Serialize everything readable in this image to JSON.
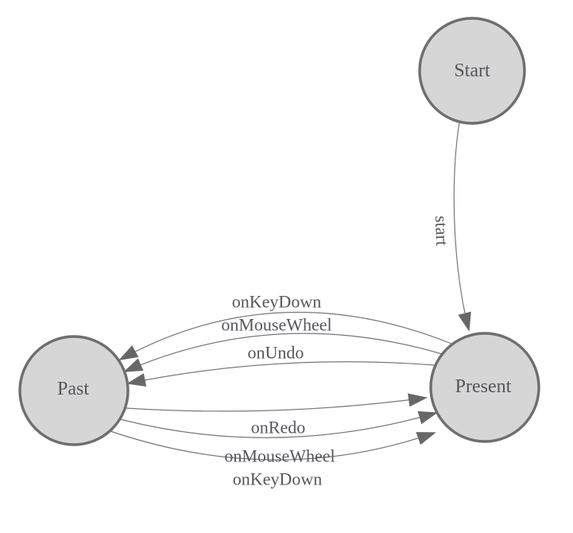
{
  "colors": {
    "background": "#ffffff",
    "node-fill": "#d6d6d6",
    "node-stroke": "#6e6e6e",
    "edge-stroke": "#787878",
    "arrow-fill": "#676767",
    "label-color": "#53565c"
  },
  "nodes": {
    "start": {
      "label": "Start"
    },
    "present": {
      "label": "Present"
    },
    "past": {
      "label": "Past"
    }
  },
  "transitions": {
    "start_to_present": {
      "from": "Start",
      "to": "Present",
      "label": "start"
    },
    "present_to_past": [
      {
        "from": "Present",
        "to": "Past",
        "label": "onKeyDown"
      },
      {
        "from": "Present",
        "to": "Past",
        "label": "onMouseWheel"
      },
      {
        "from": "Present",
        "to": "Past",
        "label": "onUndo"
      }
    ],
    "past_to_present": [
      {
        "from": "Past",
        "to": "Present",
        "label": "onRedo"
      },
      {
        "from": "Past",
        "to": "Present",
        "label": "onMouseWheel"
      },
      {
        "from": "Past",
        "to": "Present",
        "label": "onKeyDown"
      }
    ]
  }
}
